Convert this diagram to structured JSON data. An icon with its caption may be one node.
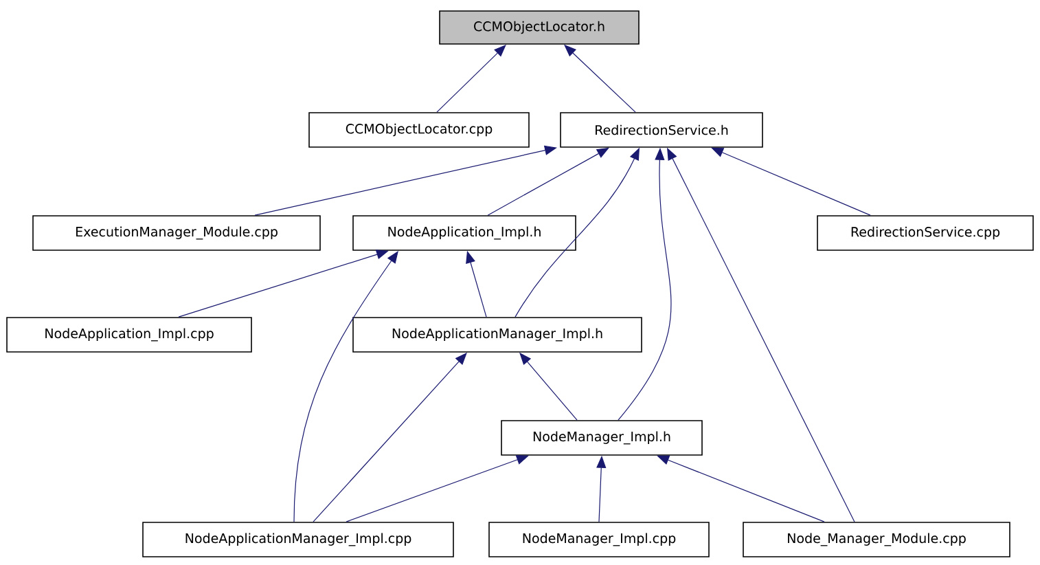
{
  "diagram": {
    "nodes": [
      {
        "text": [
          "CCMObjectLocator.h"
        ]
      },
      {
        "text": [
          "CCMObjectLocator.cpp"
        ]
      },
      {
        "text": [
          "RedirectionService.h"
        ]
      },
      {
        "text": [
          "ExecutionManager_Module.cpp"
        ]
      },
      {
        "text": [
          "NodeApplication_Impl.h"
        ]
      },
      {
        "text": [
          "RedirectionService.cpp"
        ]
      },
      {
        "text": [
          "NodeApplication_Impl.cpp"
        ]
      },
      {
        "text": [
          "NodeApplicationManager_Impl.h"
        ]
      },
      {
        "text": [
          "NodeManager_Impl.h"
        ]
      },
      {
        "text": [
          "NodeApplicationManager_Impl.cpp"
        ]
      },
      {
        "text": [
          "NodeManager_Impl.cpp"
        ]
      },
      {
        "text": [
          "Node_Manager_Module.cpp"
        ]
      }
    ],
    "edges": [
      {
        "from": 1,
        "to": 0,
        "arrow": "to"
      },
      {
        "from": 2,
        "to": 0,
        "arrow": "to"
      },
      {
        "from": 3,
        "to": 2,
        "arrow": "to"
      },
      {
        "from": 4,
        "to": 2,
        "arrow": "to"
      },
      {
        "from": 5,
        "to": 2,
        "arrow": "to"
      },
      {
        "from": 7,
        "to": 2,
        "arrow": "to"
      },
      {
        "from": 8,
        "to": 2,
        "arrow": "to"
      },
      {
        "from": 11,
        "to": 2,
        "arrow": "to"
      },
      {
        "from": 6,
        "to": 4,
        "arrow": "to"
      },
      {
        "from": 7,
        "to": 4,
        "arrow": "to"
      },
      {
        "from": 9,
        "to": 4,
        "arrow": "to"
      },
      {
        "from": 9,
        "to": 7,
        "arrow": "to"
      },
      {
        "from": 8,
        "to": 7,
        "arrow": "to"
      },
      {
        "from": 9,
        "to": 8,
        "arrow": "to"
      },
      {
        "from": 10,
        "to": 8,
        "arrow": "to"
      },
      {
        "from": 11,
        "to": 8,
        "arrow": "to"
      }
    ]
  }
}
